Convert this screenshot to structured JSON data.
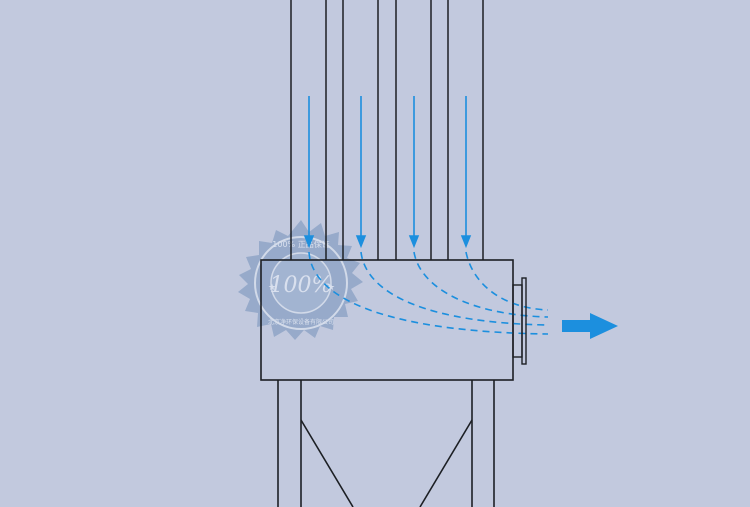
{
  "diagram": {
    "background_color": "#c2c9de",
    "line_color": "#1c1f24",
    "flow_color": "#1c8fde",
    "watermark_color": "#8ea4c6",
    "watermark": {
      "text_top": "100% 正品保证",
      "text_center": "100%",
      "text_bottom": "北京净环保设备有限公司"
    },
    "components": {
      "vertical_ducts": 4,
      "down_arrows": 4,
      "dashed_flow_paths": 4,
      "outlet_flange": "flange",
      "outlet_arrow": "arrow-right-icon",
      "hopper": "hopper"
    }
  }
}
